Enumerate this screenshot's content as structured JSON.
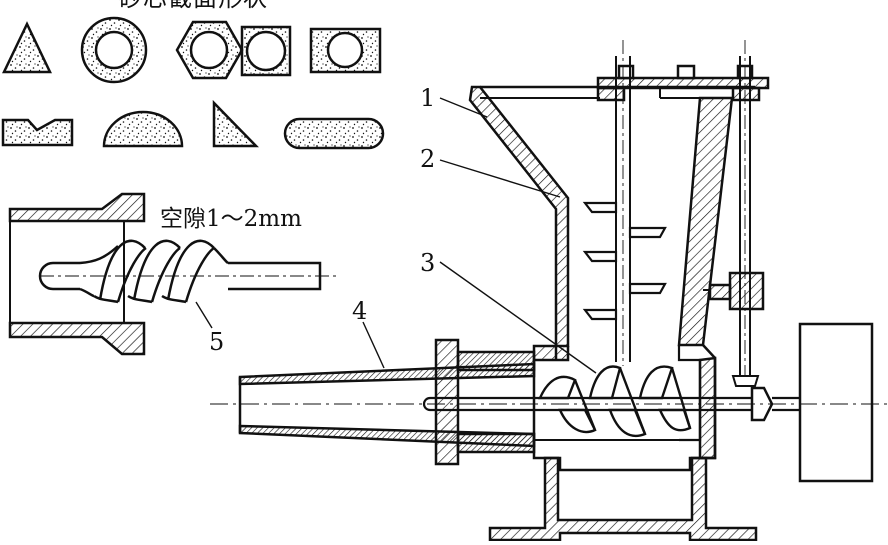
{
  "diagram": {
    "title": "砂芯截面形状",
    "gap_note": "空隙1～2mm",
    "part_labels": [
      "1",
      "2",
      "3",
      "4",
      "5"
    ]
  },
  "colors": {
    "ink": "#111111",
    "background": "#ffffff"
  }
}
